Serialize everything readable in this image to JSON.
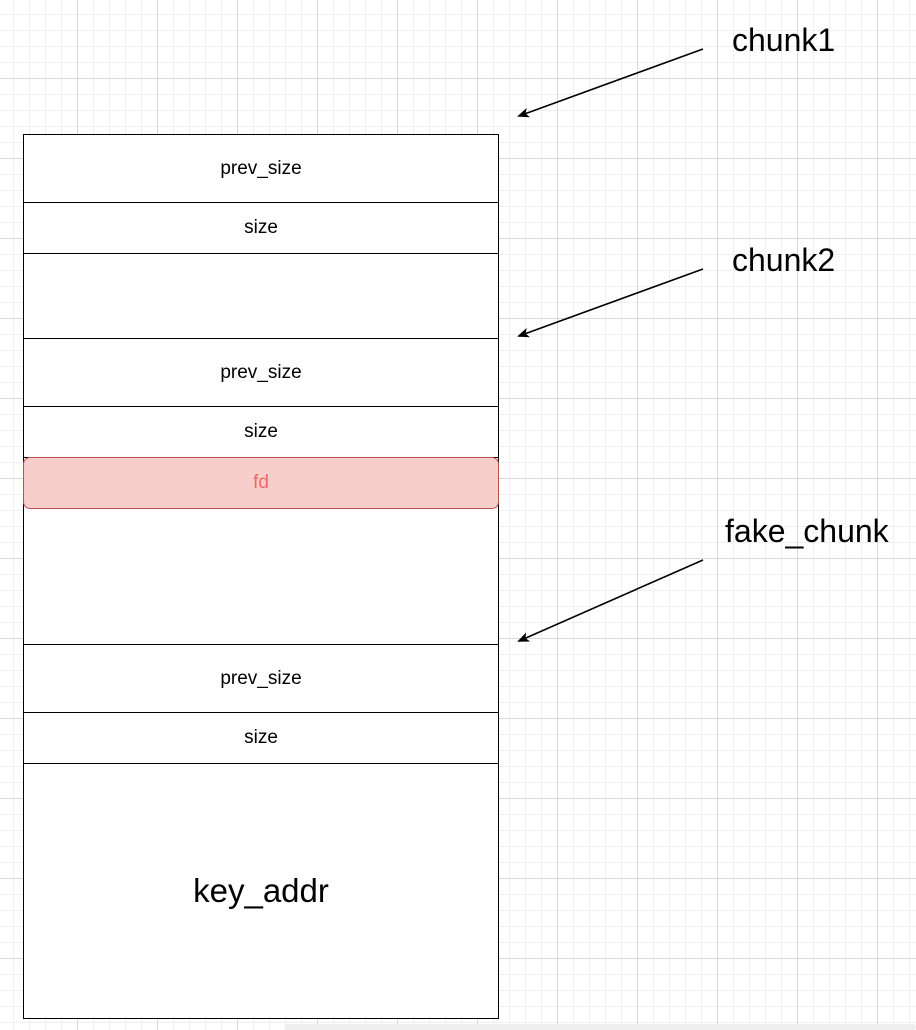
{
  "chunks": [
    {
      "label": "chunk1",
      "fields": {
        "prev_size": "prev_size",
        "size": "size"
      }
    },
    {
      "label": "chunk2",
      "fields": {
        "prev_size": "prev_size",
        "size": "size",
        "fd": "fd"
      }
    },
    {
      "label": "fake_chunk",
      "fields": {
        "prev_size": "prev_size",
        "size": "size",
        "data": "key_addr"
      }
    }
  ],
  "colors": {
    "fd_fill": "#f8cecc",
    "fd_stroke": "#b85450",
    "fd_text": "#ea6b66"
  }
}
